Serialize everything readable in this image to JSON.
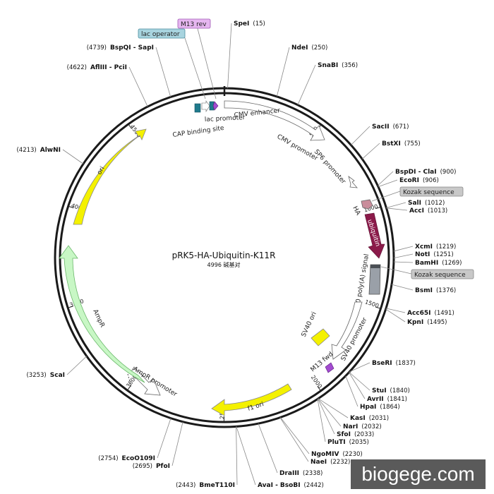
{
  "plasmid": {
    "name": "pRK5-HA-Ubiquitin-K11R",
    "length_label": "4996 碱基对",
    "total_bp": 4996
  },
  "ticks": [
    {
      "pos": 500,
      "label": "500"
    },
    {
      "pos": 1000,
      "label": "1000"
    },
    {
      "pos": 1500,
      "label": "1500"
    },
    {
      "pos": 2000,
      "label": "2000"
    },
    {
      "pos": 2500,
      "label": "2500"
    },
    {
      "pos": 3000,
      "label": "3000"
    },
    {
      "pos": 3500,
      "label": "3500"
    },
    {
      "pos": 4000,
      "label": "4000"
    },
    {
      "pos": 4500,
      "label": "4500"
    }
  ],
  "sites": [
    {
      "name": "SpeI",
      "pos_label": "(15)",
      "side": "right",
      "anchor": 15
    },
    {
      "name": "NdeI",
      "pos_label": "(250)",
      "side": "right",
      "anchor": 250
    },
    {
      "name": "SnaBI",
      "pos_label": "(356)",
      "side": "right",
      "anchor": 356
    },
    {
      "name": "SacII",
      "pos_label": "(671)",
      "side": "right",
      "anchor": 671
    },
    {
      "name": "BstXI",
      "pos_label": "(755)",
      "side": "right",
      "anchor": 755
    },
    {
      "name": "BspDI - ClaI",
      "pos_label": "(900)",
      "side": "right",
      "anchor": 900
    },
    {
      "name": "EcoRI",
      "pos_label": "(906)",
      "side": "right",
      "anchor": 906
    },
    {
      "name": "SalI",
      "pos_label": "(1012)",
      "side": "right",
      "anchor": 1012
    },
    {
      "name": "AccI",
      "pos_label": "(1013)",
      "side": "right",
      "anchor": 1013
    },
    {
      "name": "XcmI",
      "pos_label": "(1219)",
      "side": "right",
      "anchor": 1219
    },
    {
      "name": "NotI",
      "pos_label": "(1251)",
      "side": "right",
      "anchor": 1251
    },
    {
      "name": "BamHI",
      "pos_label": "(1269)",
      "side": "right",
      "anchor": 1269
    },
    {
      "name": "BsmI",
      "pos_label": "(1376)",
      "side": "right",
      "anchor": 1376
    },
    {
      "name": "Acc65I",
      "pos_label": "(1491)",
      "side": "right",
      "anchor": 1491
    },
    {
      "name": "KpnI",
      "pos_label": "(1495)",
      "side": "right",
      "anchor": 1495
    },
    {
      "name": "BseRI",
      "pos_label": "(1837)",
      "side": "right",
      "anchor": 1837
    },
    {
      "name": "StuI",
      "pos_label": "(1840)",
      "side": "right",
      "anchor": 1840
    },
    {
      "name": "AvrII",
      "pos_label": "(1841)",
      "side": "right",
      "anchor": 1841
    },
    {
      "name": "HpaI",
      "pos_label": "(1864)",
      "side": "right",
      "anchor": 1864
    },
    {
      "name": "KasI",
      "pos_label": "(2031)",
      "side": "right",
      "anchor": 2031
    },
    {
      "name": "NarI",
      "pos_label": "(2032)",
      "side": "right",
      "anchor": 2032
    },
    {
      "name": "SfoI",
      "pos_label": "(2033)",
      "side": "right",
      "anchor": 2033
    },
    {
      "name": "PluTI",
      "pos_label": "(2035)",
      "side": "right",
      "anchor": 2035
    },
    {
      "name": "NgoMIV",
      "pos_label": "(2230)",
      "side": "right",
      "anchor": 2230
    },
    {
      "name": "NaeI",
      "pos_label": "(2232)",
      "side": "right",
      "anchor": 2232
    },
    {
      "name": "DraIII",
      "pos_label": "(2338)",
      "side": "right",
      "anchor": 2338
    },
    {
      "name": "AvaI - BsoBI",
      "pos_label": "(2442)",
      "side": "right",
      "anchor": 2442
    },
    {
      "name": "BmeT110I",
      "pos_label": "(2443)",
      "side": "left",
      "anchor": 2443
    },
    {
      "name": "PfoI",
      "pos_label": "(2695)",
      "side": "left",
      "anchor": 2695
    },
    {
      "name": "EcoO109I",
      "pos_label": "(2754)",
      "side": "left",
      "anchor": 2754
    },
    {
      "name": "ScaI",
      "pos_label": "(3253)",
      "side": "left",
      "anchor": 3253
    },
    {
      "name": "AlwNI",
      "pos_label": "(4213)",
      "side": "left",
      "anchor": 4213
    },
    {
      "name": "AflIII - PciI",
      "pos_label": "(4622)",
      "side": "left",
      "anchor": 4622
    },
    {
      "name": "BspQI - SapI",
      "pos_label": "(4739)",
      "side": "left",
      "anchor": 4739
    }
  ],
  "features": {
    "cmv_enhancer": "CMV enhancer",
    "cmv_promoter": "CMV promoter",
    "sp6_promoter": "SP6 promoter",
    "ha": "HA",
    "ubiquitin": "ubiquitin",
    "sv40_polya": "SV40 poly(A) signal",
    "sv40_promoter": "SV40 promoter",
    "m13_fwd": "M13 fwd",
    "sv40_ori": "SV40 ori",
    "f1_ori": "f1 ori",
    "ampr_promoter": "AmpR promoter",
    "ampr": "AmpR",
    "ori": "ori",
    "cap_site": "CAP binding site",
    "lac_promoter": "lac promoter",
    "lac_operator": "lac operator",
    "m13_rev": "M13 rev",
    "kozak_1": "Kozak sequence",
    "kozak_2": "Kozak sequence"
  },
  "watermark": "biogege.com",
  "colors": {
    "backbone": "#1a1a1a",
    "ori": "#f4f100",
    "ampr": "#c8f7c5",
    "ubiquitin": "#8b1a4a",
    "polya": "#9aa0a8",
    "lac_operator": "#a8d4df",
    "m13": "#e6b6f0",
    "kozak": "#c8c8c8"
  }
}
